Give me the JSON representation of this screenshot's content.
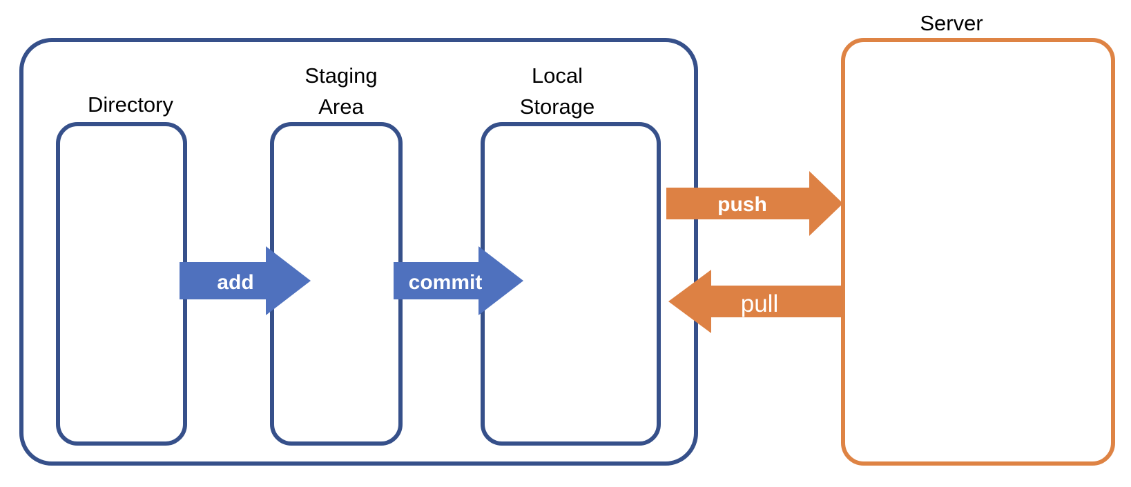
{
  "diagram": {
    "title": "Git workflow diagram",
    "colors": {
      "local_border": "#36508A",
      "server_border": "#DE8344",
      "blue_arrow": "#4F71BE",
      "orange_arrow": "#DD8144",
      "label_text": "#000000",
      "arrow_text": "#FFFFFF",
      "background": "#FFFFFF"
    },
    "local_group": {
      "name": "local-container",
      "boxes": [
        {
          "id": "directory",
          "label": "Directory",
          "label_lines": [
            "Directory"
          ]
        },
        {
          "id": "staging-area",
          "label": "Staging Area",
          "label_lines": [
            "Staging",
            "Area"
          ]
        },
        {
          "id": "local-storage",
          "label": "Local Storage",
          "label_lines": [
            "Local",
            "Storage"
          ]
        }
      ]
    },
    "server": {
      "id": "server",
      "label": "Server"
    },
    "arrows": [
      {
        "id": "add",
        "label": "add",
        "color": "#4F71BE",
        "direction": "right",
        "weight": "bold",
        "from": "directory",
        "to": "staging-area"
      },
      {
        "id": "commit",
        "label": "commit",
        "color": "#4F71BE",
        "direction": "right",
        "weight": "bold",
        "from": "staging-area",
        "to": "local-storage"
      },
      {
        "id": "push",
        "label": "push",
        "color": "#DD8144",
        "direction": "right",
        "weight": "bold",
        "from": "local-storage",
        "to": "server"
      },
      {
        "id": "pull",
        "label": "pull",
        "color": "#DD8144",
        "direction": "left",
        "weight": "regular",
        "from": "server",
        "to": "local-storage"
      }
    ]
  }
}
